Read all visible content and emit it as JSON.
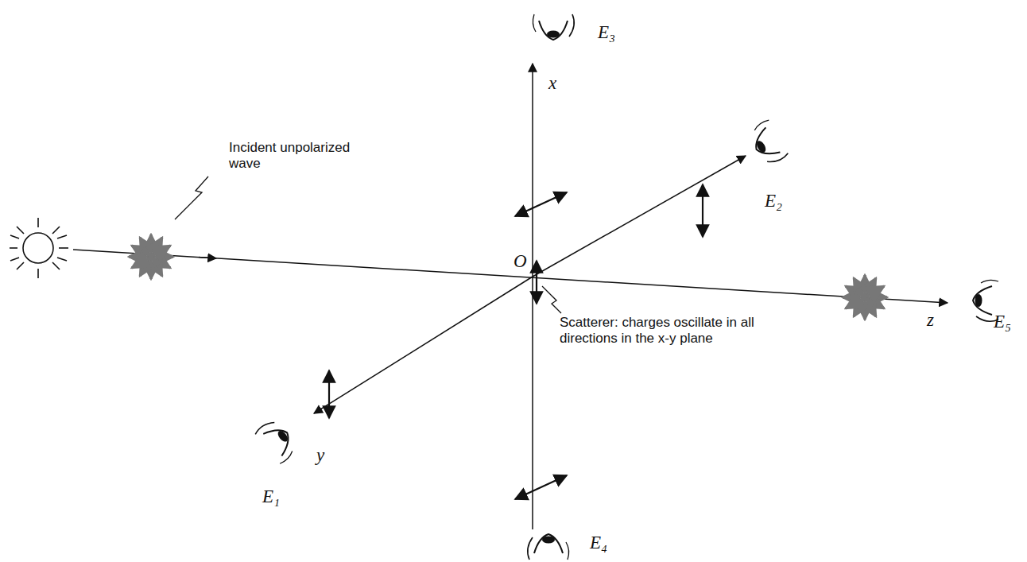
{
  "diagram": {
    "labels": [
      "Incident unpolarized wave",
      "E₃",
      "x",
      "E₂",
      "O",
      "Scatterer: charges oscillate in all directions in the x-y plane",
      "z",
      "E₅",
      "y",
      "E₁",
      "E₄"
    ]
  }
}
